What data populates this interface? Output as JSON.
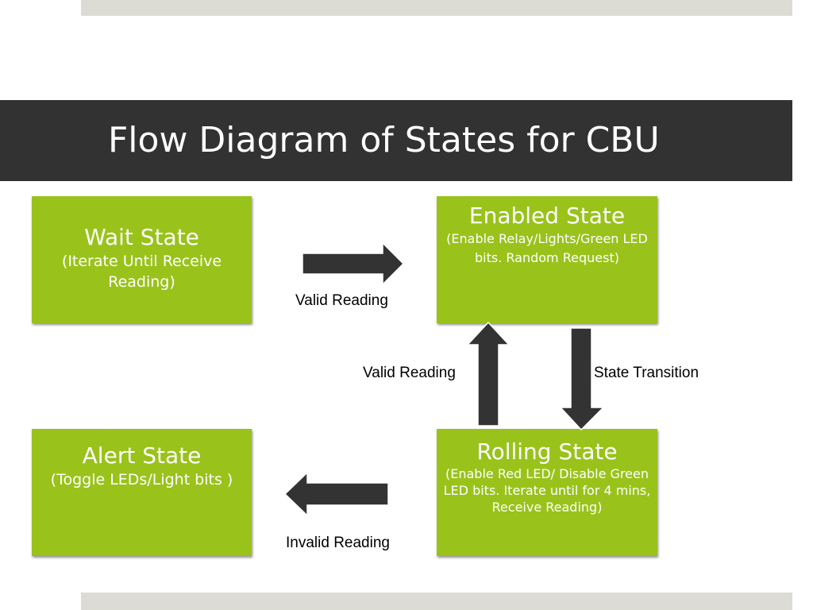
{
  "title": "Flow Diagram of States for CBU",
  "states": {
    "wait": {
      "name": "Wait State",
      "desc": "(Iterate Until Receive Reading)"
    },
    "enabled": {
      "name": "Enabled State",
      "desc": "(Enable Relay/Lights/Green LED bits. Random Request)"
    },
    "alert": {
      "name": "Alert State",
      "desc": "(Toggle LEDs/Light bits )"
    },
    "rolling": {
      "name": "Rolling State",
      "desc": "(Enable Red LED/ Disable Green LED bits. Iterate until for 4 mins, Receive Reading)"
    }
  },
  "transitions": {
    "wait_to_enabled": "Valid Reading",
    "rolling_to_enabled": "Valid Reading",
    "enabled_to_rolling": "State Transition",
    "rolling_to_alert": "Invalid Reading"
  },
  "colors": {
    "state_box": "#99c21a",
    "title_bar": "#323232",
    "arrow": "#333333",
    "bands": "#dcdcd4"
  }
}
